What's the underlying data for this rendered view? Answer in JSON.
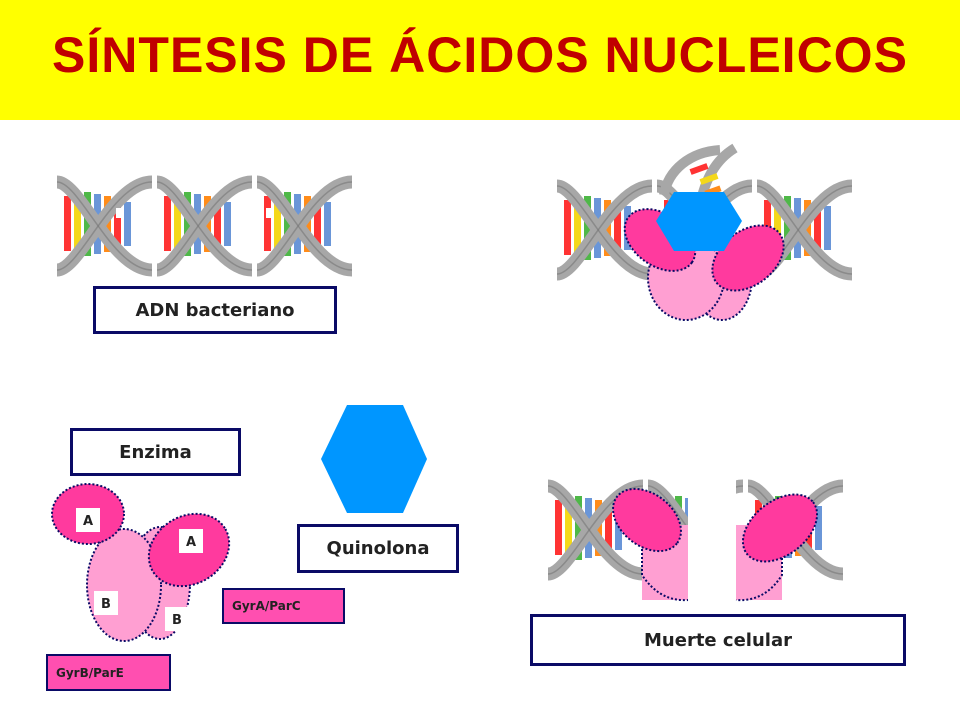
{
  "title": "SÍNTESIS DE ÁCIDOS NUCLEICOS",
  "labels": {
    "dna": "ADN bacteriano",
    "enzyme": "Enzima",
    "quinolone": "Quinolona",
    "death": "Muerte celular",
    "gyra": "GyrA/ParC",
    "gyrb": "GyrB/ParE"
  },
  "subunits": {
    "a": "A",
    "b": "B"
  },
  "colors": {
    "title_background": "#ffff00",
    "title_text": "#c00000",
    "box_border": "#0a0a66",
    "subunit_a": "#ff3a9e",
    "subunit_b": "#ff9fd2",
    "quinolone": "#0096ff",
    "helix_strand": "#a7a7a7"
  }
}
